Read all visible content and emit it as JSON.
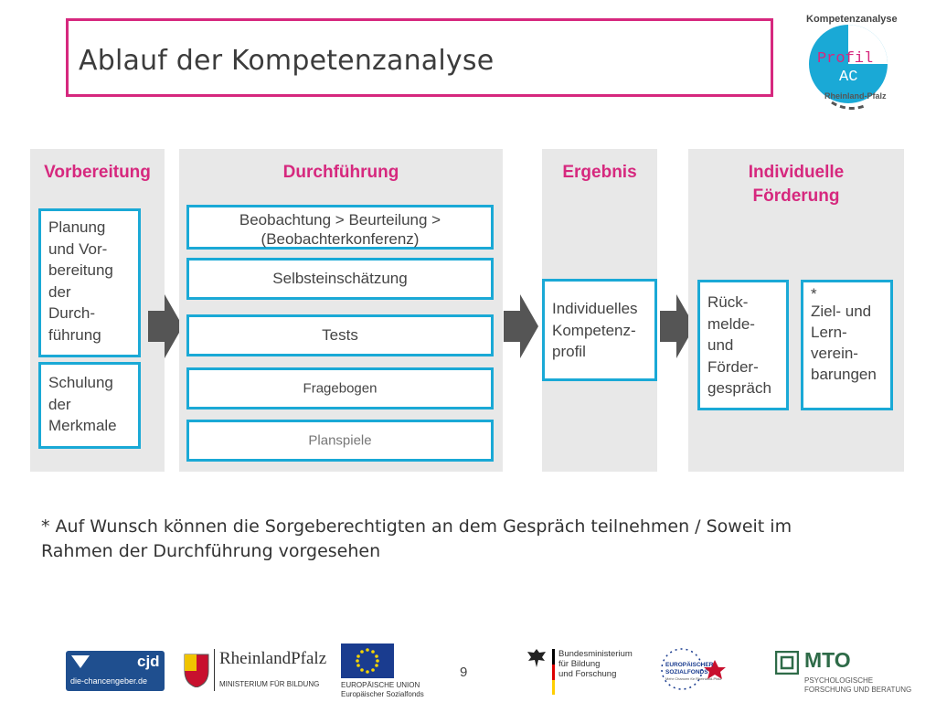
{
  "slide": {
    "title": "Ablauf der Kompetenzanalyse",
    "page_number": "9"
  },
  "brand_logo": {
    "heading": "Kompetenzanalyse",
    "word_profil": "Profil",
    "word_ac": "AC",
    "region": "Rheinland-Pfalz"
  },
  "diagram": {
    "columns": [
      {
        "heading": "Vorbereitung",
        "boxes": [
          {
            "lines": [
              "Planung",
              "und Vor-",
              "bereitung",
              "der",
              "Durch-",
              "führung"
            ]
          },
          {
            "lines": [
              "Schulung",
              "der",
              "Merkmale"
            ]
          }
        ]
      },
      {
        "heading": "Durchführung",
        "boxes": [
          {
            "line1": "Beobachtung  > Beurteilung >",
            "line2": "(Beobachterkonferenz)"
          },
          {
            "text": "Selbsteinschätzung"
          },
          {
            "text": "Tests"
          },
          {
            "text": "Fragebogen"
          },
          {
            "text": "Planspiele"
          }
        ]
      },
      {
        "heading": "Ergebnis",
        "boxes": [
          {
            "lines": [
              "Individuelles",
              "Kompetenz-",
              "profil"
            ]
          }
        ]
      },
      {
        "heading_line1": "Individuelle",
        "heading_line2": "Förderung",
        "boxes": [
          {
            "lines": [
              "Rück-",
              "melde-",
              "und",
              "Förder-",
              "gespräch"
            ]
          },
          {
            "lines": [
              "*",
              "Ziel- und",
              "Lern-",
              "verein-",
              "barungen"
            ]
          }
        ]
      }
    ]
  },
  "footnote": "* Auf Wunsch können die Sorgeberechtigten an dem Gespräch teilnehmen / Soweit im Rahmen der Durchführung vorgesehen",
  "footer_logos": {
    "cjd": {
      "mark": "cjd",
      "caption": "die-chancengeber.de"
    },
    "rlp": {
      "name": "RheinlandPfalz",
      "ministry": "MINISTERIUM FÜR BILDUNG"
    },
    "eu": {
      "line1": "EUROPÄISCHE UNION",
      "line2": "Europäischer Sozialfonds"
    },
    "bmbf": {
      "line1": "Bundesministerium",
      "line2": "für Bildung",
      "line3": "und Forschung"
    },
    "esf": {
      "line1": "EUROPÄISCHER",
      "line2": "SOZIALFONDS",
      "line3": "Mehr Chancen für Rheinland-Pfalz"
    },
    "mto": {
      "name": "MTO",
      "line1": "PSYCHOLOGISCHE",
      "line2": "FORSCHUNG UND BERATUNG"
    }
  },
  "colors": {
    "accent": "#d6287e",
    "box_border": "#1aa9d6",
    "panel": "#e8e8e8",
    "arrow": "#555555"
  }
}
